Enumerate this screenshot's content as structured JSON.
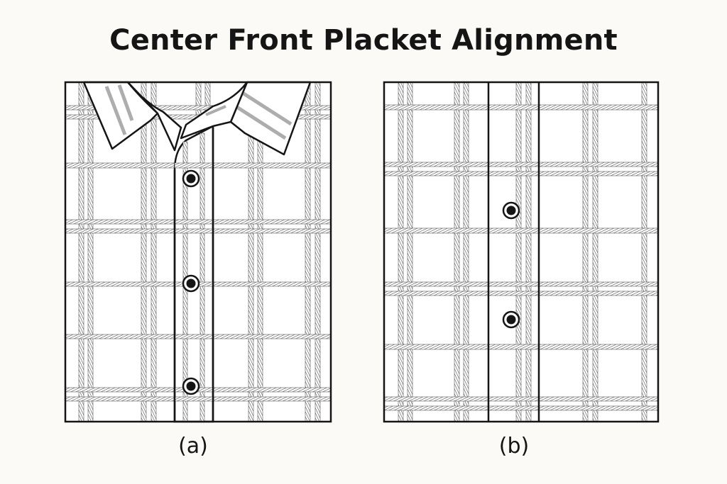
{
  "title": "Center Front Placket Alignment",
  "panels": [
    {
      "id": "a",
      "caption": "(a)",
      "garment": "shirt-front-with-collar",
      "buttons": 3
    },
    {
      "id": "b",
      "caption": "(b)",
      "garment": "flat-fabric-with-placket",
      "buttons": 2
    }
  ],
  "colors": {
    "background": "#fbfaf7",
    "outline": "#151515",
    "check_stripe": "#5a5a5a",
    "fabric": "#ffffff"
  }
}
